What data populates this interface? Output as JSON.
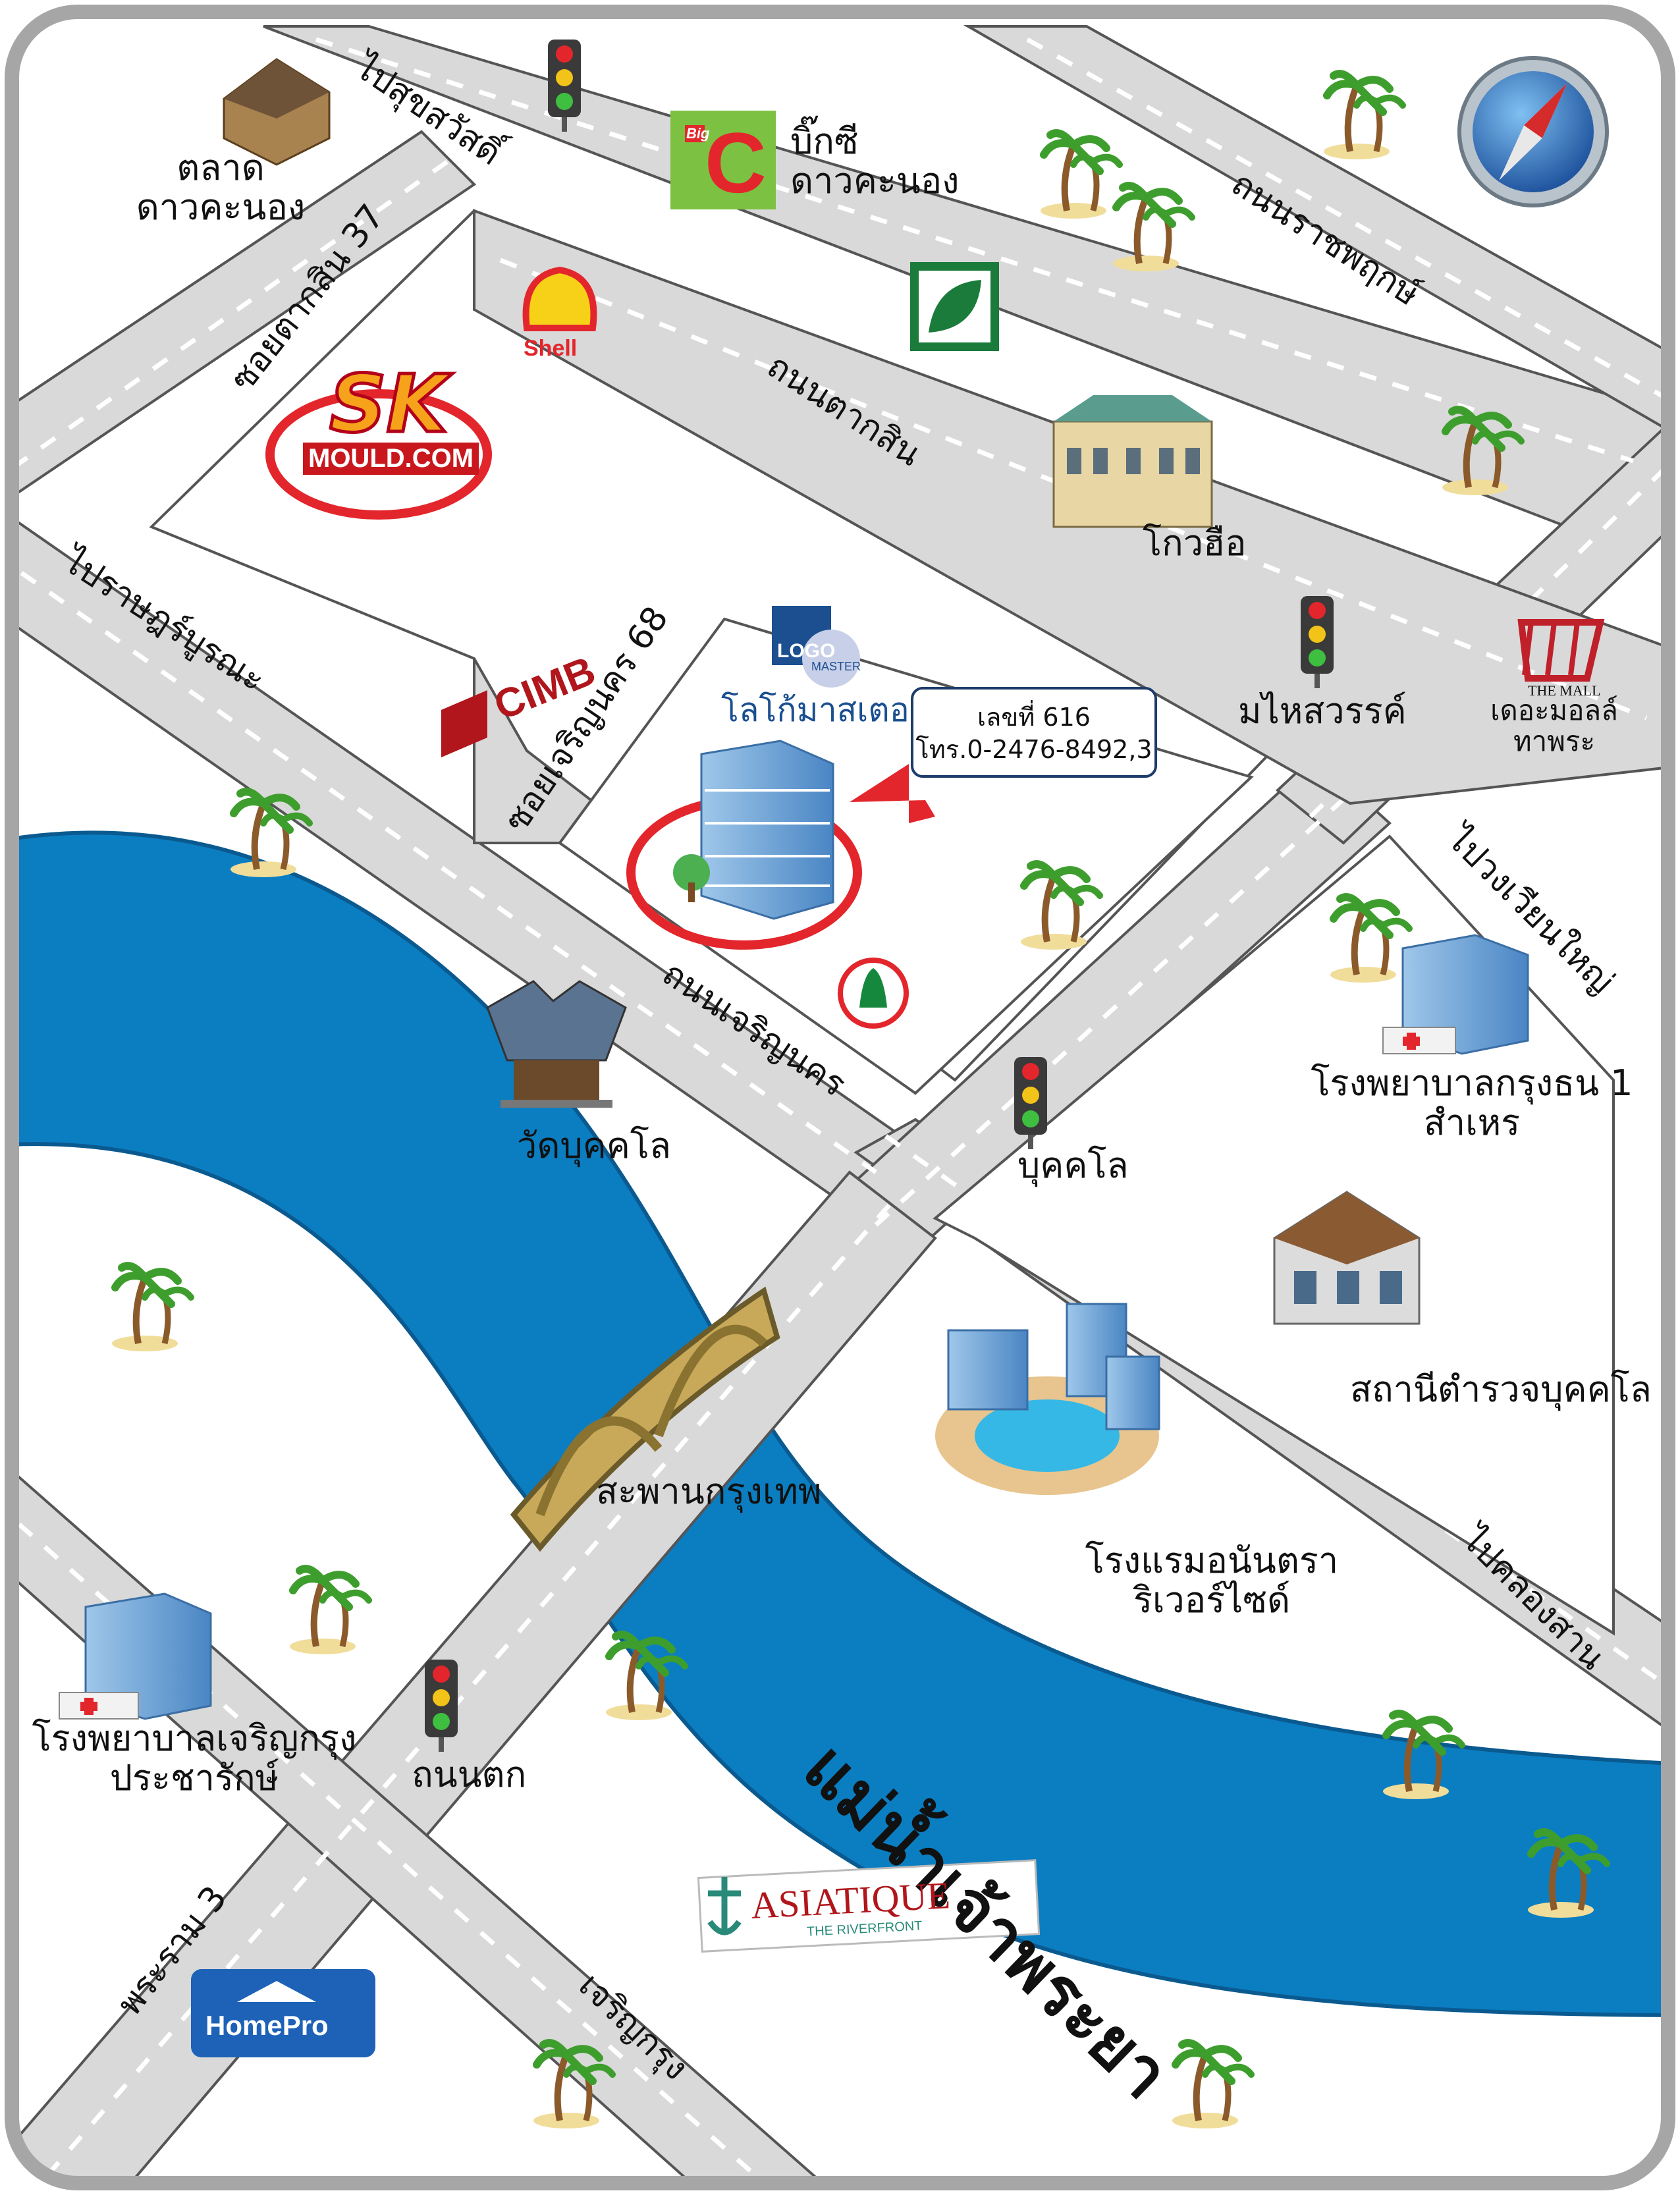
{
  "map": {
    "colors": {
      "background": "#ffffff",
      "frame": "#a6a6a6",
      "road": "#d9d9d9",
      "road_edge": "#555555",
      "road_dash": "#ffffff",
      "river": "#0b7ec2",
      "river_text": "#0a0a0a",
      "highlight_circle": "#e3262c",
      "callout_border": "#1d3c6b"
    },
    "roads": {
      "pai_sukhumvit": "ไปสุขสวัสดิ์",
      "soi_taksin_37": "ซอยตากสิน 37",
      "thanon_taksin": "ถนนตากสิน",
      "thanon_ratchaphruek": "ถนนราชพฤกษ์",
      "pai_ratburana": "ไปราษฎร์บูรณะ",
      "soi_charoen_nakhon_68": "ซอยเจริญนคร 68",
      "thanon_charoen_nakhon": "ถนนเจริญนคร",
      "pai_wongwian_yai": "ไปวงเวียนใหญ่",
      "pai_khlong_san": "ไปคลองสาน",
      "rama_3": "พระราม 3",
      "charoen_krung": "เจริญกรุง"
    },
    "places": {
      "talat_dao_khanong": [
        "ตลาด",
        "ดาวคะนอง"
      ],
      "big_c": [
        "บิ๊กซี",
        "ดาวคะนอง"
      ],
      "kowue": "โกวฮือ",
      "mahaisawan": "มไหสวรรค์",
      "the_mall": [
        "เดอะมอลล์",
        "ทาพระ"
      ],
      "wat_bukkhalo": "วัดบุคคโล",
      "bukkhalo": "บุคคโล",
      "krungthon_hospital": [
        "โรงพยาบาลกรุงธน 1",
        "สำเหร"
      ],
      "police_station": "สถานีตำรวจบุคคโล",
      "krungthep_bridge": "สะพานกรุงเทพ",
      "anantara_hotel": [
        "โรงแรมอนันตรา",
        "ริเวอร์ไซด์"
      ],
      "river": "แม่น้ำเจ้าพระยา",
      "charoen_krung_hospital": [
        "โรงพยาบาลเจริญกรุง",
        "ประชารักษ์"
      ],
      "thanon_tok": "ถนนตก",
      "logomaster_thai": "โลโก้มาสเตอร์"
    },
    "callout": {
      "line1": "เลขที่ 616",
      "line2": "โทร.0-2476-8492,3"
    },
    "logos": {
      "big_c_small": "Big",
      "big_c_letter": "C",
      "shell": "Shell",
      "sk_mould": "MOULD.COM",
      "cimb": "CIMB",
      "logo_master_1": "LOGO",
      "logo_master_2": "MASTER",
      "the_mall": "THE MALL",
      "asiatique": "ASIATIQUE",
      "asiatique_sub": "THE RIVERFRONT",
      "homepro": "HomePro"
    }
  }
}
